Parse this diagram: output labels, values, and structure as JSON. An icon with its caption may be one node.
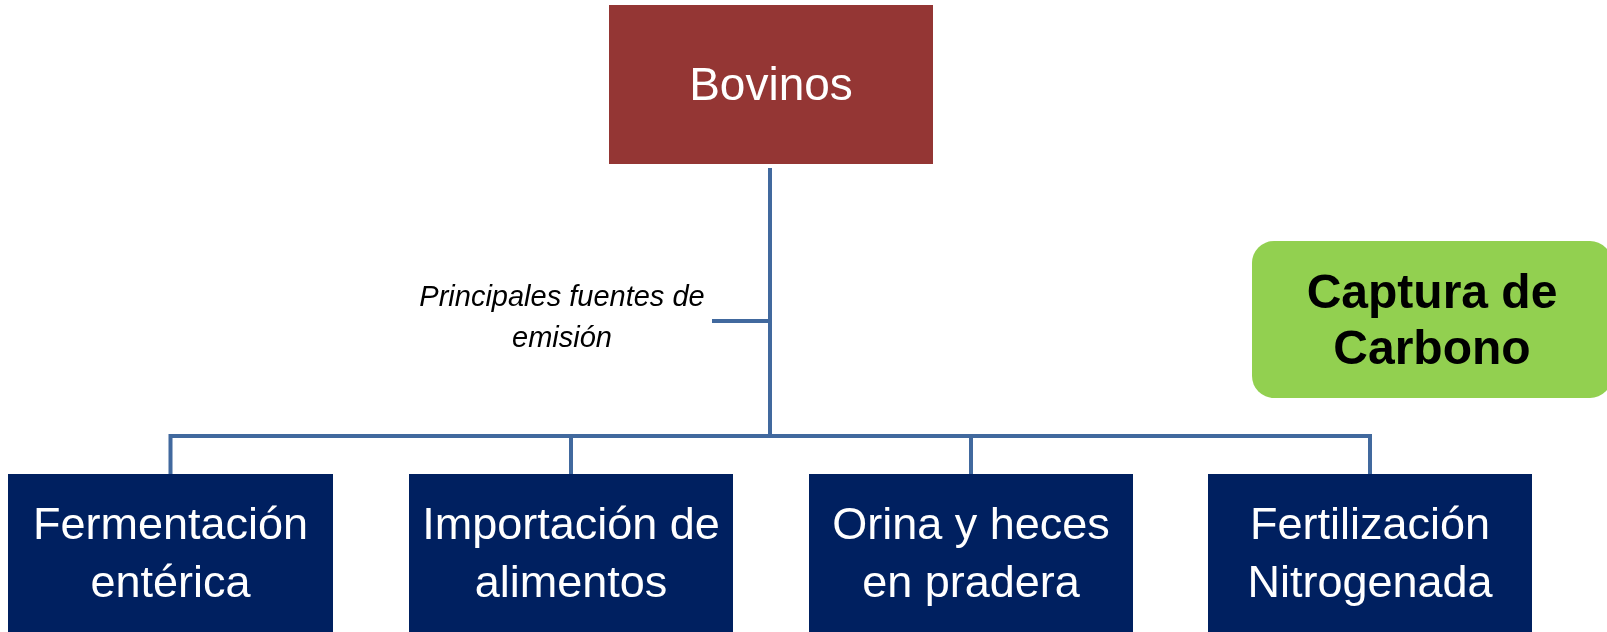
{
  "diagram": {
    "nodes": [
      {
        "text": [
          "Bovinos"
        ]
      },
      {
        "text": [
          "Principales fuentes de emisión"
        ]
      },
      {
        "text": [
          "Fermentación entérica"
        ]
      },
      {
        "text": [
          "Importación de alimentos"
        ]
      },
      {
        "text": [
          "Orina y heces en pradera"
        ]
      },
      {
        "text": [
          "Fertilización Nitrogenada"
        ]
      },
      {
        "text": [
          "Captura de Carbono"
        ]
      }
    ],
    "edges": [
      {
        "from": 0,
        "to": 2,
        "arrow": "none"
      },
      {
        "from": 0,
        "to": 3,
        "arrow": "none"
      },
      {
        "from": 0,
        "to": 4,
        "arrow": "none"
      },
      {
        "from": 0,
        "to": 5,
        "arrow": "none"
      },
      {
        "from": 1,
        "to": null,
        "arrow": "none"
      }
    ]
  }
}
